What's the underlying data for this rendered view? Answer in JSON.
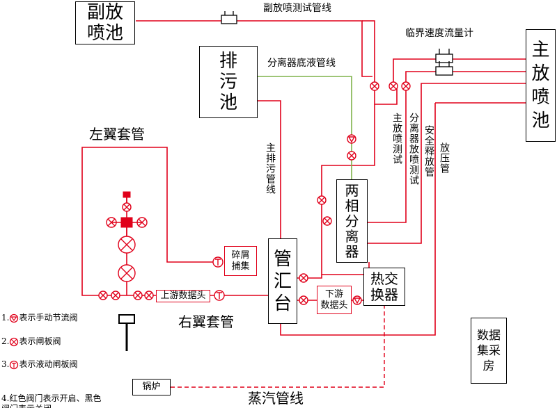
{
  "boxes": {
    "secondary_blowout_pool": "副放\n喷池",
    "sewage_pool": "排\n污\n池",
    "main_blowout_pool": "主\n放\n喷\n池",
    "two_phase_separator": "两\n相\n分\n离\n器",
    "manifold": "管\n汇\n台",
    "heat_exchanger": "热交\n换器",
    "debris_catcher": "碎屑\n捕集",
    "upstream_data_head": "上游数据头",
    "downstream_data_head": "下游\n数据头",
    "boiler": "锅炉",
    "data_acquisition_room": "数据\n集采\n房"
  },
  "labels": {
    "secondary_test_line": "副放喷测试管线",
    "critical_flowmeter": "临界速度流量计",
    "separator_bottom_line": "分离器底液管线",
    "left_wing_casing": "左翼套管",
    "right_wing_casing": "右翼套管",
    "main_drain_line": "主排污管线",
    "main_blowout_test": "主放喷测试",
    "separator_blowout_test": "分离器放喷测试",
    "safety_relief_line": "安全释放管",
    "pressure_release_line": "放压管",
    "steam_line": "蒸汽管线"
  },
  "legend": [
    {
      "num": "1.",
      "text": "表示手动节流阀",
      "icon": "manual-throttle-valve-icon"
    },
    {
      "num": "2.",
      "text": "表示闸板阀",
      "icon": "gate-valve-icon"
    },
    {
      "num": "3.",
      "text": "表示液动闸板阀",
      "icon": "hydraulic-gate-valve-icon"
    },
    {
      "num": "4.",
      "text": "红色阀门表示开启、黑色\n阀门表示关闭",
      "icon": ""
    }
  ],
  "colors": {
    "pipe": "#e0001a",
    "liquid_line": "#7fb24a",
    "outline": "#000000"
  }
}
